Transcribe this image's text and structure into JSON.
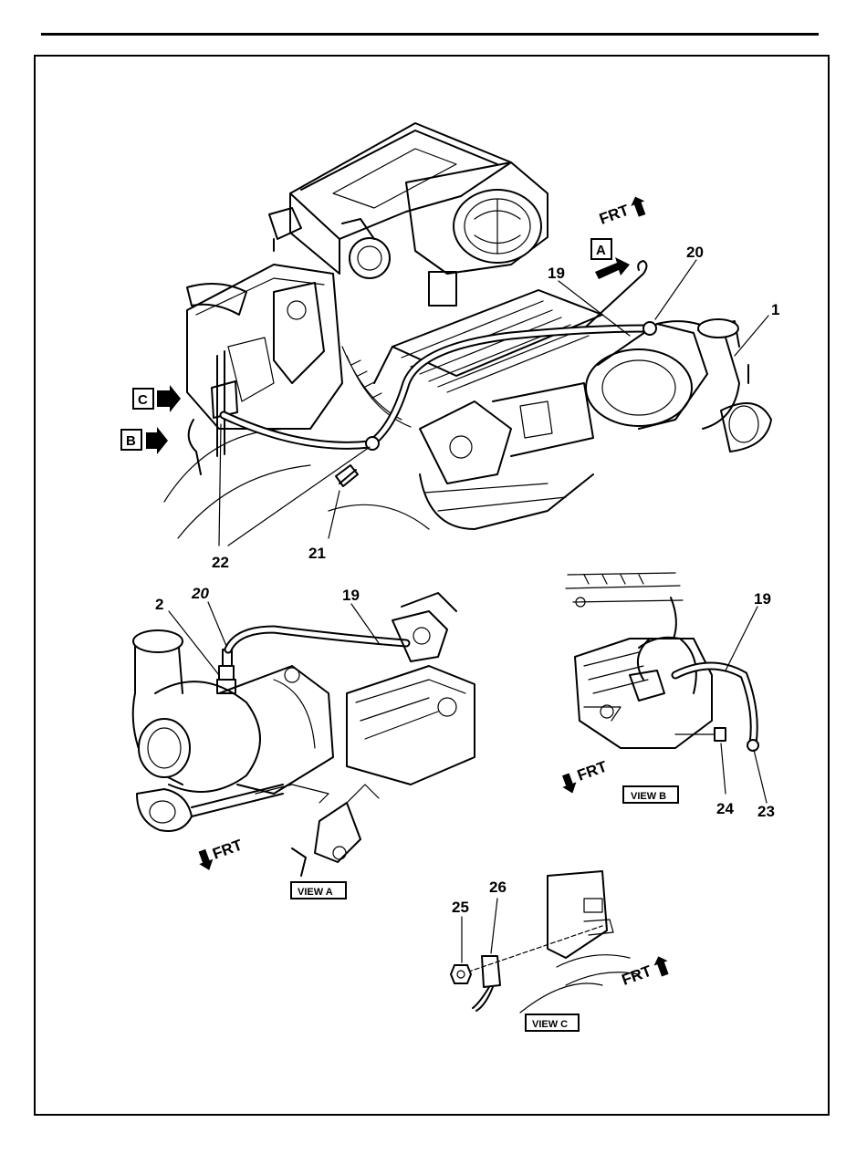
{
  "callouts": {
    "main_1": "1",
    "main_19": "19",
    "main_20": "20",
    "main_21": "21",
    "main_22": "22",
    "view_a_2": "2",
    "view_a_20": "20",
    "view_a_19": "19",
    "view_b_19": "19",
    "view_b_24": "24",
    "view_b_23": "23",
    "view_c_25": "25",
    "view_c_26": "26"
  },
  "view_keys": {
    "a": "A",
    "b": "B",
    "c": "C"
  },
  "frt": {
    "main": "FRT",
    "view_a": "FRT",
    "view_b": "FRT",
    "view_c": "FRT"
  },
  "views": {
    "a": "VIEW A",
    "b": "VIEW B",
    "c": "VIEW C"
  }
}
